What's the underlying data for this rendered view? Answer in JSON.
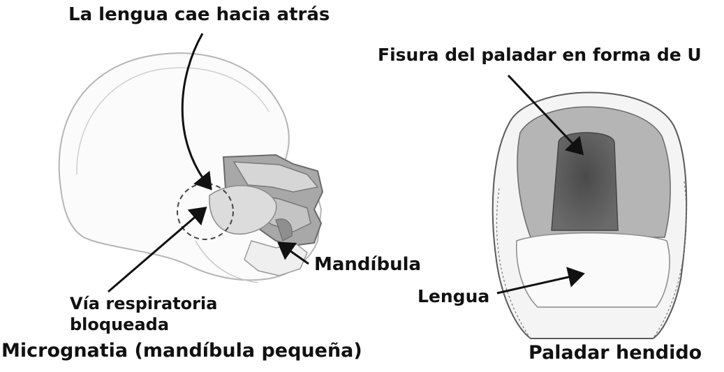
{
  "labels": {
    "tongue_falls_back": "La lengua cae hacia atrás",
    "cleft_u_shape": "Fisura del paladar en forma de U",
    "mandible": "Mandíbula",
    "airway_line1": "Vía respiratoria",
    "airway_line2": "bloqueada",
    "tongue": "Lengua"
  },
  "captions": {
    "left": "Micrognatia (mandíbula pequeña)",
    "right": "Paladar hendido"
  },
  "colors": {
    "ink": "#111111",
    "line_light": "#b8b8b8",
    "fill_mid": "#9a9a9a",
    "fill_dark": "#555555"
  }
}
